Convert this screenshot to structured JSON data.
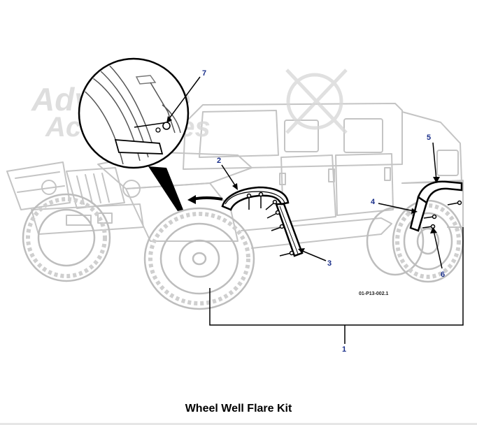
{
  "figure": {
    "caption": "Wheel Well Flare Kit",
    "drawing_code": "01-P13-002.1",
    "watermark": {
      "line1": "Adventure",
      "line2": "Accessories"
    },
    "callouts": {
      "c1": "1",
      "c2": "2",
      "c3": "3",
      "c4": "4",
      "c5": "5",
      "c6": "6",
      "c7": "7"
    }
  },
  "colors": {
    "vehicle": "#c4c4c4",
    "vehicle_dark": "#a8a8a8",
    "part": "#000000",
    "callout": "#1a2f8a",
    "watermark": "#d9d9d9"
  }
}
